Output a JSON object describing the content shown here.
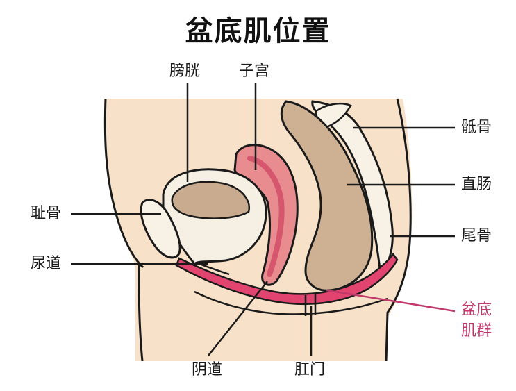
{
  "title": "盆底肌位置",
  "labels": {
    "bladder": "膀胱",
    "uterus": "子宫",
    "sacrum": "骶骨",
    "rectum": "直肠",
    "coccyx": "尾骨",
    "pubic_bone": "耻骨",
    "urethra": "尿道",
    "vagina": "阴道",
    "anus": "肛门",
    "pelvic_floor_line1": "盆底",
    "pelvic_floor_line2": "肌群"
  },
  "colors": {
    "outline": "#1a1a1a",
    "skin": "#f7e1c8",
    "bladder_wall": "#f6efe3",
    "bladder_content": "#c9ab8f",
    "bone": "#f8f2e6",
    "rectum": "#cdb192",
    "uterus": "#e98c90",
    "uterus_inner": "#d5566d",
    "pelvic_floor": "#e0446f",
    "pelvic_floor_label": "#c0396a"
  }
}
